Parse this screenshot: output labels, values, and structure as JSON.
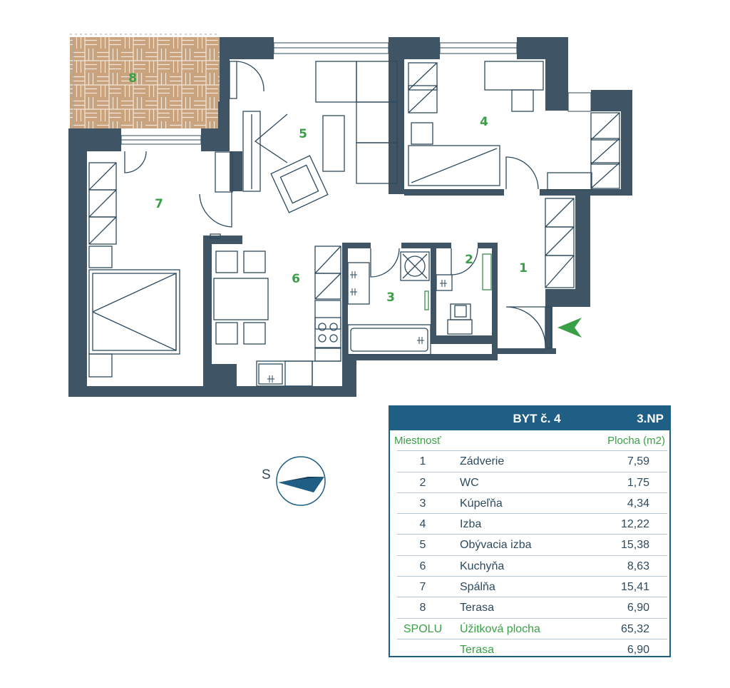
{
  "rooms": [
    {
      "num": "1",
      "color": "#3aa047"
    },
    {
      "num": "2",
      "color": "#3aa047"
    },
    {
      "num": "3",
      "color": "#3aa047"
    },
    {
      "num": "4",
      "color": "#3aa047"
    },
    {
      "num": "5",
      "color": "#3aa047"
    },
    {
      "num": "6",
      "color": "#3aa047"
    },
    {
      "num": "7",
      "color": "#3aa047"
    },
    {
      "num": "8",
      "color": "#3aa047"
    }
  ],
  "compass": {
    "label": "S",
    "icon": "north-arrow-icon"
  },
  "entrance_icon": "entrance-arrow-icon",
  "legend": {
    "title": "BYT č. 4",
    "floor": "3.NP",
    "col_room": "Miestnosť",
    "col_area": "Plocha (m2)",
    "rows": [
      {
        "num": "1",
        "name": "Zádverie",
        "area": "7,59"
      },
      {
        "num": "2",
        "name": "WC",
        "area": "1,75"
      },
      {
        "num": "3",
        "name": "Kúpeľňa",
        "area": "4,34"
      },
      {
        "num": "4",
        "name": "Izba",
        "area": "12,22"
      },
      {
        "num": "5",
        "name": "Obývacia izba",
        "area": "15,38"
      },
      {
        "num": "6",
        "name": "Kuchyňa",
        "area": "8,63"
      },
      {
        "num": "7",
        "name": "Spálňa",
        "area": "15,41"
      },
      {
        "num": "8",
        "name": "Terasa",
        "area": "6,90"
      }
    ],
    "total_label": "SPOLU",
    "total_name": "Úžitková plocha",
    "total_area": "65,32",
    "terrace_name": "Terasa",
    "terrace_area": "6,90"
  },
  "colors": {
    "wall": "#3f5566",
    "accent": "#3aa047",
    "table_header": "#1f5f86",
    "terrace": "#c9a27e"
  }
}
